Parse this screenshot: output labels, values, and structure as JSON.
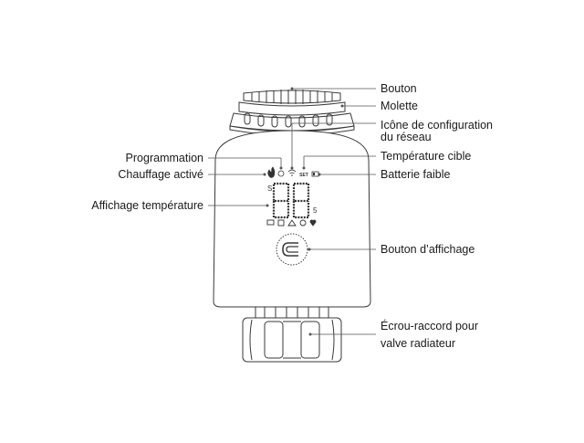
{
  "labels": {
    "bouton": "Bouton",
    "molette": "Molette",
    "icone_config_line1": "Icône de configuration",
    "icone_config_line2": "du réseau",
    "temperature_cible": "Température cible",
    "batterie_faible": "Batterie faible",
    "bouton_affichage": "Bouton d’affichage",
    "ecrou_line1": "Écrou-raccord pour",
    "ecrou_line2": "valve radiateur",
    "programmation": "Programmation",
    "chauffage_active": "Chauffage activé",
    "affichage_temperature": "Affichage température"
  },
  "display": {
    "digits": "88",
    "set_text": "SET",
    "side_small_left": "S",
    "side_small_right": "5"
  },
  "icons": [
    "flame-icon",
    "clock-icon",
    "wifi-icon",
    "set-icon",
    "battery-icon",
    "window-icon",
    "child-lock-icon",
    "scale-icon",
    "timer-icon",
    "heart-icon"
  ],
  "colors": {
    "line": "#3a3a3a",
    "body": "#ffffff",
    "text": "#1a1a1a"
  }
}
